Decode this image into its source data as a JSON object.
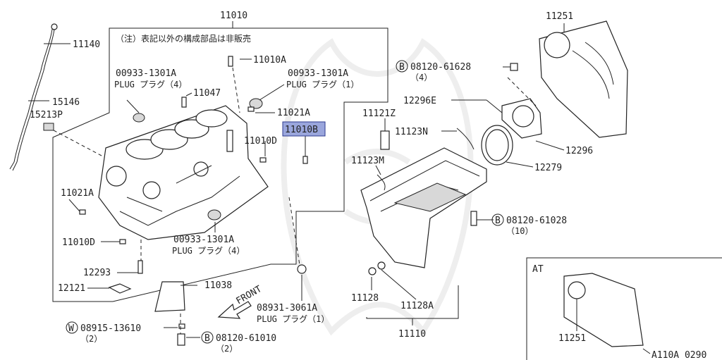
{
  "diagram": {
    "labels": {
      "block": "11010",
      "note": "（注）表記以外の構成部品は非販売",
      "dipstick": "11140",
      "guide": "15146",
      "guide_part": "15213P",
      "plug_left_top_code": "00933-1301A",
      "plug_left_top_text": "PLUG プラグ（4）",
      "stud": "11010A",
      "plug_right_top_code": "00933-1301A",
      "plug_right_top_text": "PLUG プラグ（1）",
      "bolt_11047": "11047",
      "p_11021a_top": "11021A",
      "highlight": "11010B",
      "p_11010d_right": "11010D",
      "p_11021a_left": "11021A",
      "p_11010d_left": "11010D",
      "plug_bottom_code": "00933-1301A",
      "plug_bottom_text": "PLUG プラグ（4）",
      "p_12293": "12293",
      "p_12121": "12121",
      "p_11038": "11038",
      "front": "FRONT",
      "plug_drain_code": "08931-3061A",
      "plug_drain_text": "PLUG プラグ（1）",
      "w_bolt_code": "08915-13610",
      "w_bolt_qty": "（2）",
      "w_mark": "W",
      "b_bolt_bottom_code": "08120-61010",
      "b_bolt_bottom_qty": "（2）",
      "b_mark": "B",
      "p_11251_top": "11251",
      "b_bolt_top_code": "08120-61628",
      "b_bolt_top_qty": "（4）",
      "p_12296e": "12296E",
      "p_11121z": "11121Z",
      "p_11123n": "11123N",
      "p_12296": "12296",
      "p_12279": "12279",
      "p_11123m": "11123M",
      "b_bolt_pan_code": "08120-61028",
      "b_bolt_pan_qty": "（10）",
      "p_11128": "11128",
      "p_11128a": "11128A",
      "p_11110": "11110",
      "at_label": "AT",
      "p_11251_at": "11251",
      "ref_code": "A110A 0290"
    },
    "highlight_color": "#9aa6dc"
  }
}
